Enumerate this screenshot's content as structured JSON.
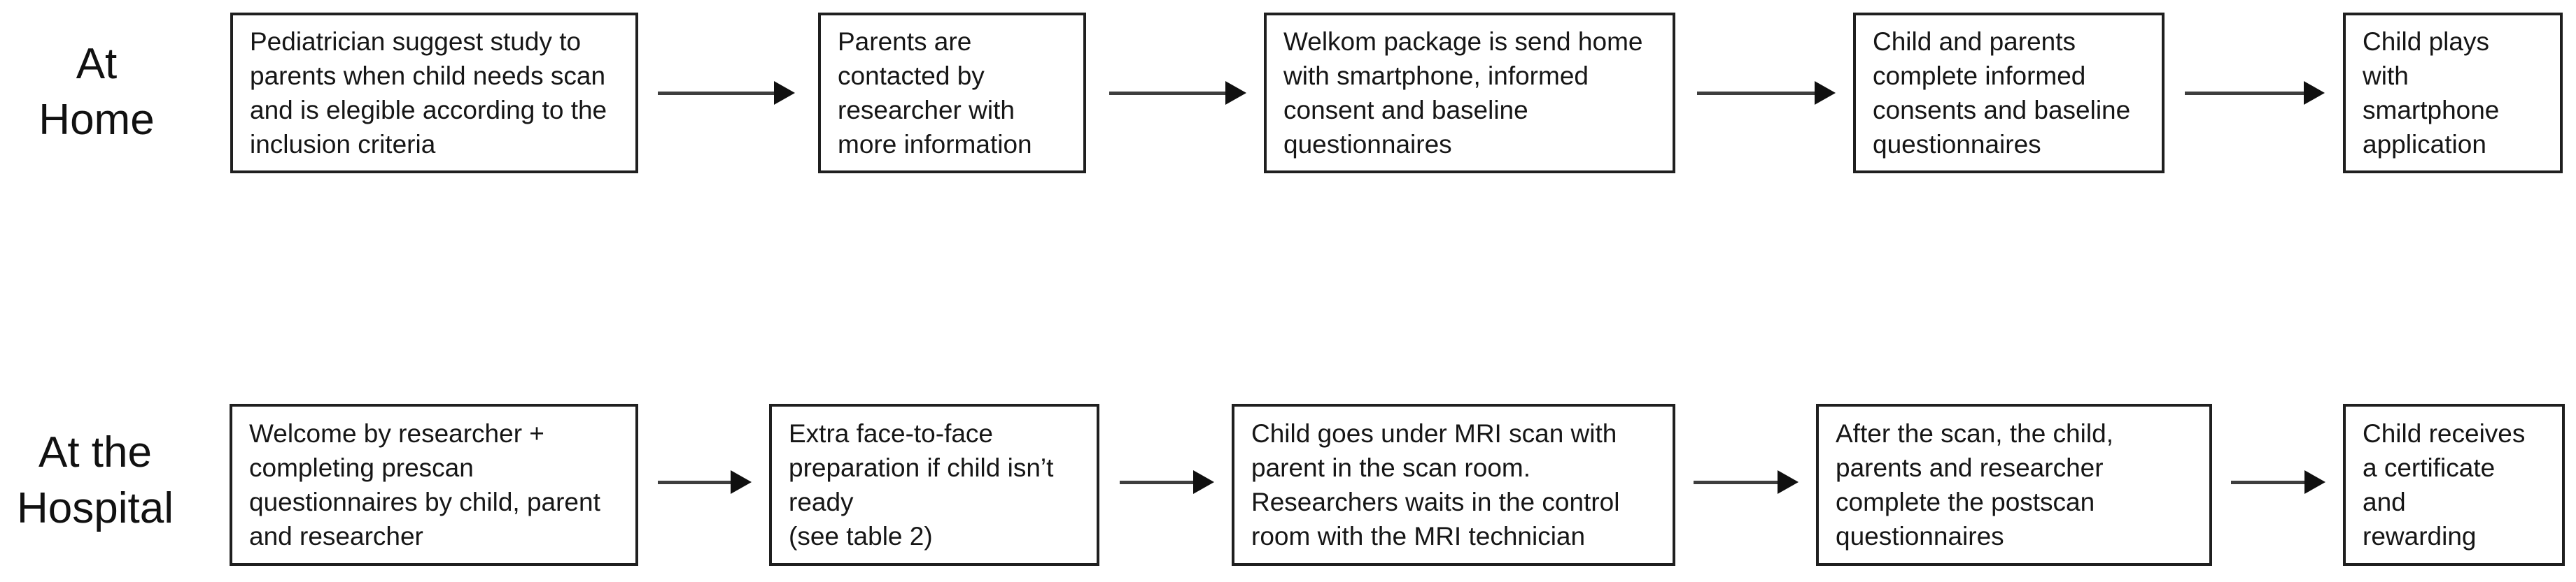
{
  "figure": {
    "background_color": "#ffffff",
    "text_color": "#161616",
    "box_border_color": "#1f1f1f",
    "arrow_shaft_color": "#3e3e3e",
    "arrow_head_color": "#101010"
  },
  "rows": [
    {
      "label": "At\nHome",
      "boxes": [
        {
          "text": "Pediatrician suggest study to\nparents when child needs scan\nand is elegible according to the\ninclusion criteria"
        },
        {
          "text": "Parents are\ncontacted by\nresearcher with\nmore information"
        },
        {
          "text": "Welkom package is send home\nwith smartphone, informed\nconsent and baseline\nquestionnaires"
        },
        {
          "text": "Child and parents\ncomplete informed\nconsents and baseline\nquestionnaires"
        },
        {
          "text": "Child plays\nwith\nsmartphone\napplication"
        }
      ]
    },
    {
      "label": "At the\nHospital",
      "boxes": [
        {
          "text": "Welcome by researcher +\ncompleting prescan\nquestionnaires by child, parent\nand researcher"
        },
        {
          "text": "Extra face-to-face\npreparation if child isn’t\nready\n(see table 2)"
        },
        {
          "text": "Child goes under MRI scan with\nparent in the scan room.\nResearchers waits in the control\nroom with the MRI technician"
        },
        {
          "text": "After the scan, the child,\nparents and researcher\ncomplete the postscan\nquestionnaires"
        },
        {
          "text": "Child receives\na certificate\nand\nrewarding"
        }
      ]
    }
  ]
}
